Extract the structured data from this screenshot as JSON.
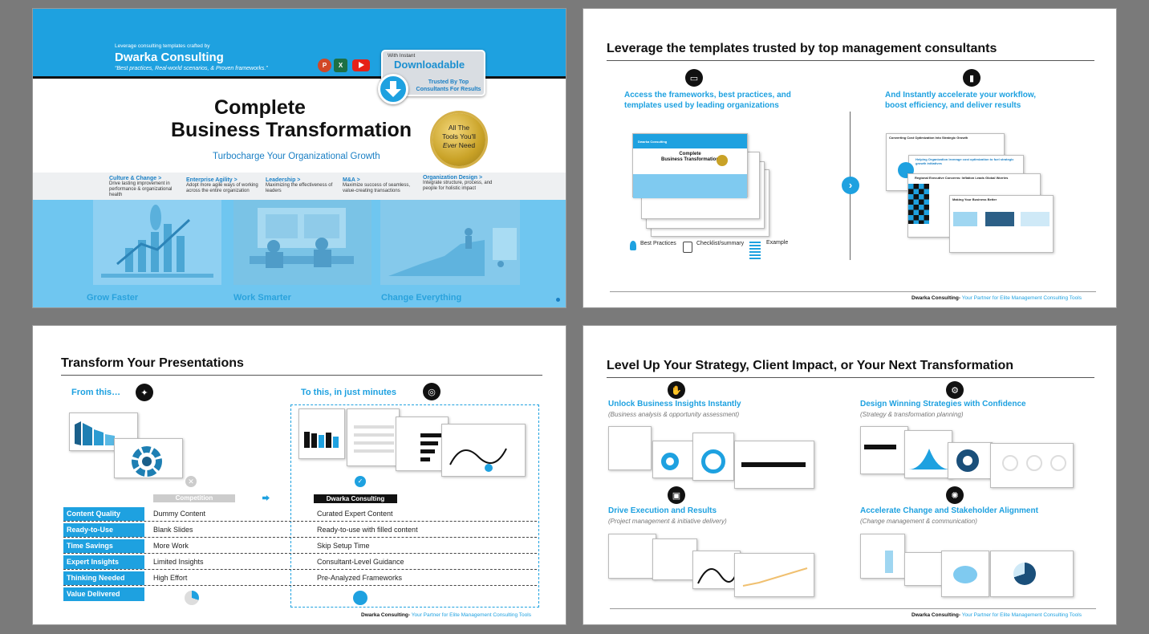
{
  "slide1": {
    "tagline": "Leverage consulting templates crafted by",
    "brand": "Dwarka Consulting",
    "quote": "“Best practices, Real-world scenarios, & Proven frameworks.”",
    "badge_top": "With Instant",
    "badge_main": "Downloadable",
    "badge_sub": "Trusted By Top Consultants For Results",
    "title_line1": "Complete",
    "title_line2": "Business Transformation",
    "subtitle": "Turbocharge Your Organizational Growth",
    "seal": "All The Tools You'll Ever Need",
    "seal_a": "All The",
    "seal_b": "Tools You'll",
    "seal_c": "Ever",
    "seal_d": "Need",
    "categories": [
      {
        "title": "Culture & Change",
        "desc": "Drive lasting improvement in performance & organizational health"
      },
      {
        "title": "Enterprise Agility",
        "desc": "Adopt more agile ways of working across the entire organization"
      },
      {
        "title": "Leadership",
        "desc": "Maximizing the effectiveness of leaders"
      },
      {
        "title": "M&A",
        "desc": "Maximize success of seamless, value-creating transactions"
      },
      {
        "title": "Organization Design",
        "desc": "Integrate structure, process, and people for holistic impact"
      }
    ],
    "panels": [
      "Grow Faster",
      "Work Smarter",
      "Change Everything"
    ],
    "app_icons": [
      "powerpoint-icon",
      "excel-icon",
      "youtube-icon"
    ]
  },
  "slide2": {
    "title": "Leverage the templates trusted by top management consultants",
    "left_heading": "Access the frameworks, best practices, and templates used by leading organizations",
    "right_heading": "And Instantly accelerate your workflow, boost efficiency, and deliver results",
    "legend": [
      "Best Practices",
      "Checklist/summary",
      "Example"
    ],
    "right_thumbs": [
      "Converting Cost Optimization Into Strategic Growth",
      "Helping Organization leverage cost optimization to fuel strategic growth initiatives",
      "Regional Executive Concerns: Inflation Leads Global Worries",
      "Making Your Business Better"
    ],
    "mini_title_1": "Complete",
    "mini_title_2": "Business Transformation",
    "mini_brand": "Dwarka Consulting",
    "footer_brand": "Dwarka Consulting-",
    "footer_tag": " Your Partner for Elite Management Consulting Tools"
  },
  "slide3": {
    "title": "Transform Your Presentations",
    "from_label": "From this…",
    "to_label": "To this, in just minutes",
    "col_competition": "Competition",
    "col_dwarka": "Dwarka Consulting",
    "rows": [
      {
        "label": "Content Quality",
        "competition": "Dummy Content",
        "dwarka": "Curated Expert Content"
      },
      {
        "label": "Ready-to-Use",
        "competition": "Blank Slides",
        "dwarka": "Ready-to-use with filled content"
      },
      {
        "label": "Time Savings",
        "competition": "More Work",
        "dwarka": "Skip Setup Time"
      },
      {
        "label": "Expert Insights",
        "competition": "Limited Insights",
        "dwarka": "Consultant-Level Guidance"
      },
      {
        "label": "Thinking Needed",
        "competition": "High Effort",
        "dwarka": "Pre-Analyzed Frameworks"
      },
      {
        "label": "Value Delivered",
        "competition": "",
        "dwarka": ""
      }
    ],
    "value_competition": 0.3,
    "value_dwarka": 1.0,
    "footer_brand": "Dwarka Consulting-",
    "footer_tag": " Your Partner for Elite Management Consulting Tools"
  },
  "slide4": {
    "title": "Level Up Your Strategy, Client Impact, or Your Next Transformation",
    "sections": [
      {
        "heading": "Unlock Business Insights Instantly",
        "sub": "(Business analysis & opportunity assessment)"
      },
      {
        "heading": "Design Winning Strategies with Confidence",
        "sub": "(Strategy & transformation planning)"
      },
      {
        "heading": "Drive Execution and Results",
        "sub": "(Project management & initiative delivery)"
      },
      {
        "heading": "Accelerate Change and Stakeholder Alignment",
        "sub": "(Change management & communication)"
      }
    ],
    "footer_brand": "Dwarka Consulting-",
    "footer_tag": " Your Partner for Elite Management Consulting Tools"
  },
  "colors": {
    "accent": "#1ea1e0",
    "dark": "#111111",
    "navy": "#1b2a41",
    "gold": "#c9a227"
  }
}
